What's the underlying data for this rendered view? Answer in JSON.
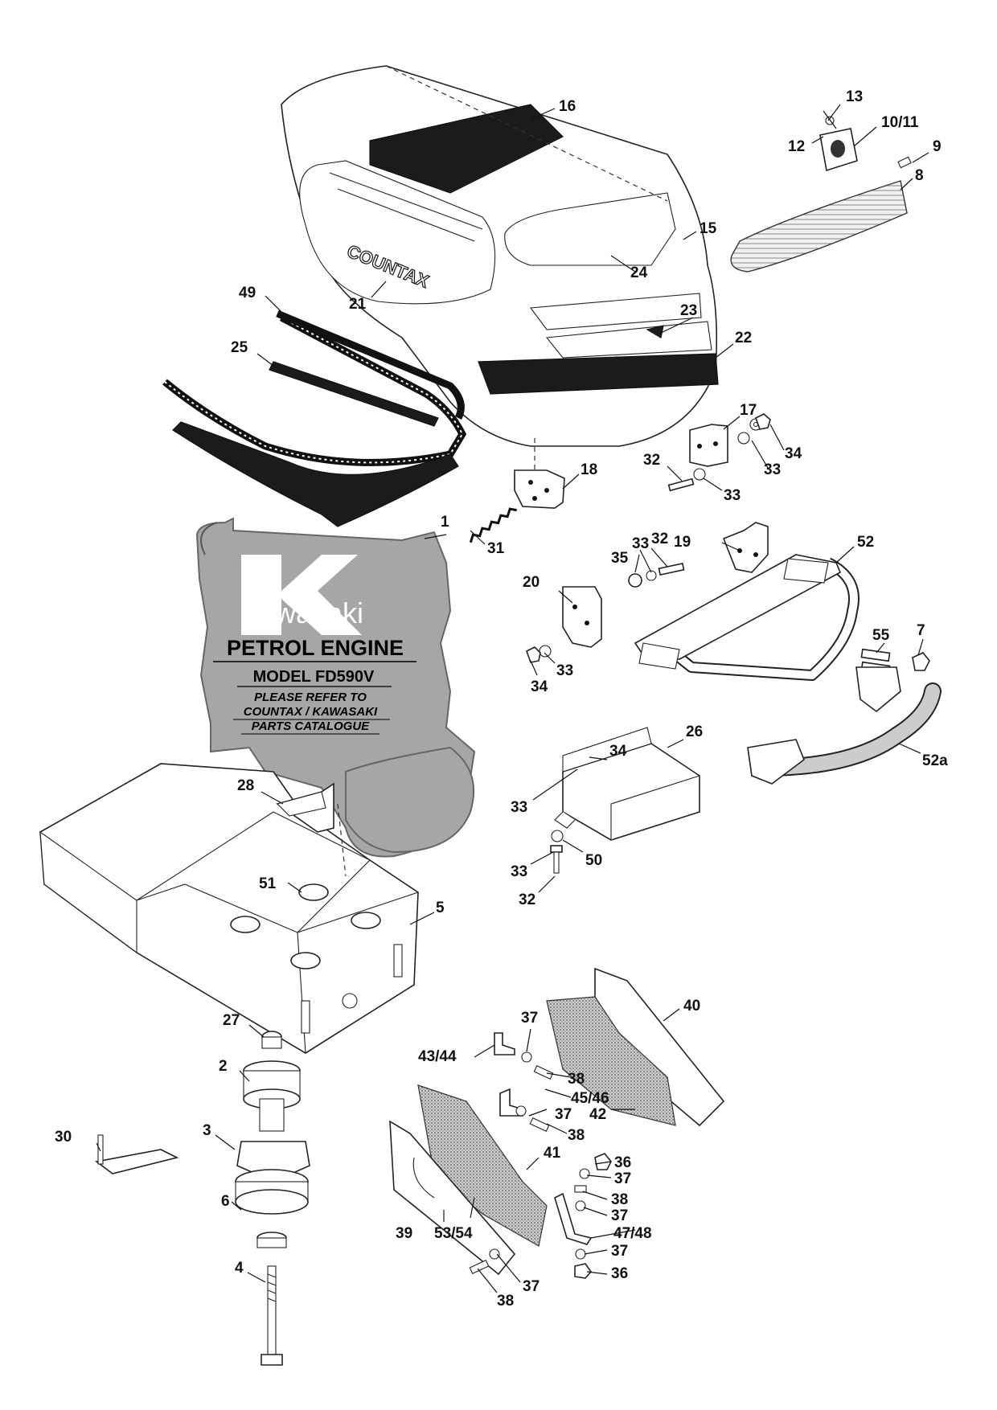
{
  "engine_panel": {
    "brand": "Kawasaki",
    "title": "PETROL ENGINE",
    "model": "MODEL FD590V",
    "note_line1": "PLEASE REFER TO",
    "note_line2": "COUNTAX / KAWASAKI",
    "note_line3": "PARTS CATALOGUE"
  },
  "hood_lettering": "COUNTAX",
  "callouts": [
    {
      "id": "c13",
      "label": "13"
    },
    {
      "id": "c1011",
      "label": "10/11"
    },
    {
      "id": "c12",
      "label": "12"
    },
    {
      "id": "c9",
      "label": "9"
    },
    {
      "id": "c8",
      "label": "8"
    },
    {
      "id": "c16",
      "label": "16"
    },
    {
      "id": "c15",
      "label": "15"
    },
    {
      "id": "c24",
      "label": "24"
    },
    {
      "id": "c49",
      "label": "49"
    },
    {
      "id": "c21",
      "label": "21"
    },
    {
      "id": "c23",
      "label": "23"
    },
    {
      "id": "c25",
      "label": "25"
    },
    {
      "id": "c22",
      "label": "22"
    },
    {
      "id": "c17",
      "label": "17"
    },
    {
      "id": "c34a",
      "label": "34"
    },
    {
      "id": "c33a",
      "label": "33"
    },
    {
      "id": "c32a",
      "label": "32"
    },
    {
      "id": "c18",
      "label": "18"
    },
    {
      "id": "c33b",
      "label": "33"
    },
    {
      "id": "c1",
      "label": "1"
    },
    {
      "id": "c31",
      "label": "31"
    },
    {
      "id": "c19",
      "label": "19"
    },
    {
      "id": "c52",
      "label": "52"
    },
    {
      "id": "c35",
      "label": "35"
    },
    {
      "id": "c33c",
      "label": "33"
    },
    {
      "id": "c32b",
      "label": "32"
    },
    {
      "id": "c20",
      "label": "20"
    },
    {
      "id": "c55",
      "label": "55"
    },
    {
      "id": "c7",
      "label": "7"
    },
    {
      "id": "c33d",
      "label": "33"
    },
    {
      "id": "c34b",
      "label": "34"
    },
    {
      "id": "c52a",
      "label": "52a"
    },
    {
      "id": "c34c",
      "label": "34"
    },
    {
      "id": "c26",
      "label": "26"
    },
    {
      "id": "c28",
      "label": "28"
    },
    {
      "id": "c33e",
      "label": "33"
    },
    {
      "id": "c50",
      "label": "50"
    },
    {
      "id": "c33f",
      "label": "33"
    },
    {
      "id": "c32c",
      "label": "32"
    },
    {
      "id": "c51",
      "label": "51"
    },
    {
      "id": "c5",
      "label": "5"
    },
    {
      "id": "c37a",
      "label": "37"
    },
    {
      "id": "c40",
      "label": "40"
    },
    {
      "id": "c27",
      "label": "27"
    },
    {
      "id": "c4344",
      "label": "43/44"
    },
    {
      "id": "c38a",
      "label": "38"
    },
    {
      "id": "c2",
      "label": "2"
    },
    {
      "id": "c4546",
      "label": "45/46"
    },
    {
      "id": "c42",
      "label": "42"
    },
    {
      "id": "c37b",
      "label": "37"
    },
    {
      "id": "c38b",
      "label": "38"
    },
    {
      "id": "c3",
      "label": "3"
    },
    {
      "id": "c30",
      "label": "30"
    },
    {
      "id": "c41",
      "label": "41"
    },
    {
      "id": "c36a",
      "label": "36"
    },
    {
      "id": "c37c",
      "label": "37"
    },
    {
      "id": "c38c",
      "label": "38"
    },
    {
      "id": "c6",
      "label": "6"
    },
    {
      "id": "c37d",
      "label": "37"
    },
    {
      "id": "c39",
      "label": "39"
    },
    {
      "id": "c5354",
      "label": "53/54"
    },
    {
      "id": "c4748",
      "label": "47/48"
    },
    {
      "id": "c37e",
      "label": "37"
    },
    {
      "id": "c4",
      "label": "4"
    },
    {
      "id": "c36b",
      "label": "36"
    },
    {
      "id": "c37f",
      "label": "37"
    },
    {
      "id": "c38d",
      "label": "38"
    }
  ]
}
